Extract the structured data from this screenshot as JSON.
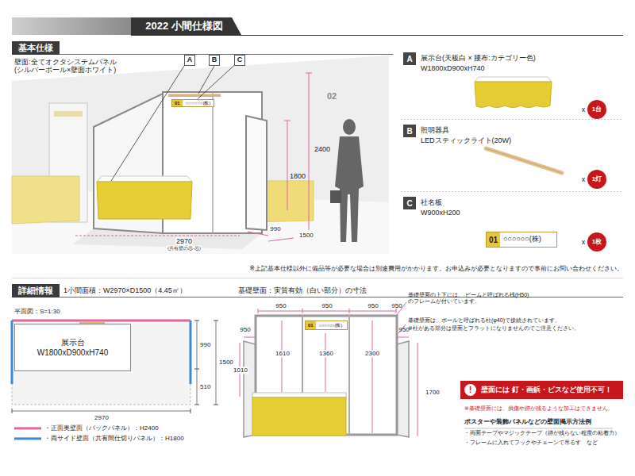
{
  "diagram": {
    "title": "2022 小間仕様図",
    "nodes": [
      {
        "text": [
          "基本仕様"
        ]
      },
      {
        "text": [
          "A"
        ]
      },
      {
        "text": [
          "B"
        ]
      },
      {
        "text": [
          "C"
        ]
      },
      {
        "text": [
          "01",
          "○○○○○○(株)"
        ]
      },
      {
        "text": [
          "A"
        ]
      },
      {
        "text": [
          "1台"
        ]
      },
      {
        "text": [
          "B"
        ]
      },
      {
        "text": [
          "1灯"
        ]
      },
      {
        "text": [
          "C"
        ]
      },
      {
        "text": [
          "01",
          "○○○○○○(株)"
        ]
      },
      {
        "text": [
          "1枚"
        ]
      },
      {
        "text": [
          "詳細情報"
        ]
      },
      {
        "text": [
          "展示台",
          "W1800xD900xH740"
        ]
      },
      {
        "text": [
          "01",
          "○○○○○○(株)"
        ]
      },
      {
        "text": [
          "壁面には 釘・画鋲・ビスなど使用不可！"
        ]
      },
      {
        "text": [
          "!"
        ],
        "in": 15
      }
    ],
    "edges": [
      {
        "from": 3,
        "to": 4,
        "arrow": "none"
      }
    ],
    "labels": [
      "壁面:全てオクタシステムパネル (シルバーポール×壁面ホワイト)",
      "02",
      "2400",
      "1800",
      "990",
      "1500",
      "2970",
      "(共有壁の芯-芯)",
      "展示台(天板白 × 腰布:カテゴリー色)",
      "W1800xD900xH740",
      "x",
      "照明器具",
      "LEDスティックライト(20W)",
      "x",
      "社名板",
      "W900xH200",
      "x",
      "※上記基本仕様以外に備品等が必要な場合は別途費用がかかります。お申込みが必要となりますので事前にお問い合わせください。",
      "1小間面積：W2970×D1500（4.45㎡）",
      "平面図：S=1:30",
      "990",
      "1500",
      "510",
      "2970",
      "基礎壁面：実質有効（白い部分）の寸法",
      "950",
      "950",
      "950",
      "950",
      "950",
      "950",
      "1610",
      "1360",
      "2300",
      "1010",
      "1700",
      "基礎壁面の上下には、 ビームと呼ばれる桟(H50)のフレームが付いています。",
      "基礎壁面は、ポールと呼ばれる柱(φ40)で接続されています。",
      "※柱がある部分は壁面とフラットになりませんのでご注意ください。",
      "※基礎壁面には、損傷や跡が残るような加工はできません。",
      "ポスターや装飾パネルなどの壁面掲示方法例",
      "・両面テープやマジックテープ（跡が残らない程度の粘着力）",
      "・フレームに入れてフックやチェーンで吊るす　など"
    ],
    "legend": [
      {
        "text": "・正面奥壁面（バックパネル）：H2400"
      },
      {
        "text": "・両サイド壁面（共有間仕切りパネル）：H1800"
      }
    ]
  }
}
